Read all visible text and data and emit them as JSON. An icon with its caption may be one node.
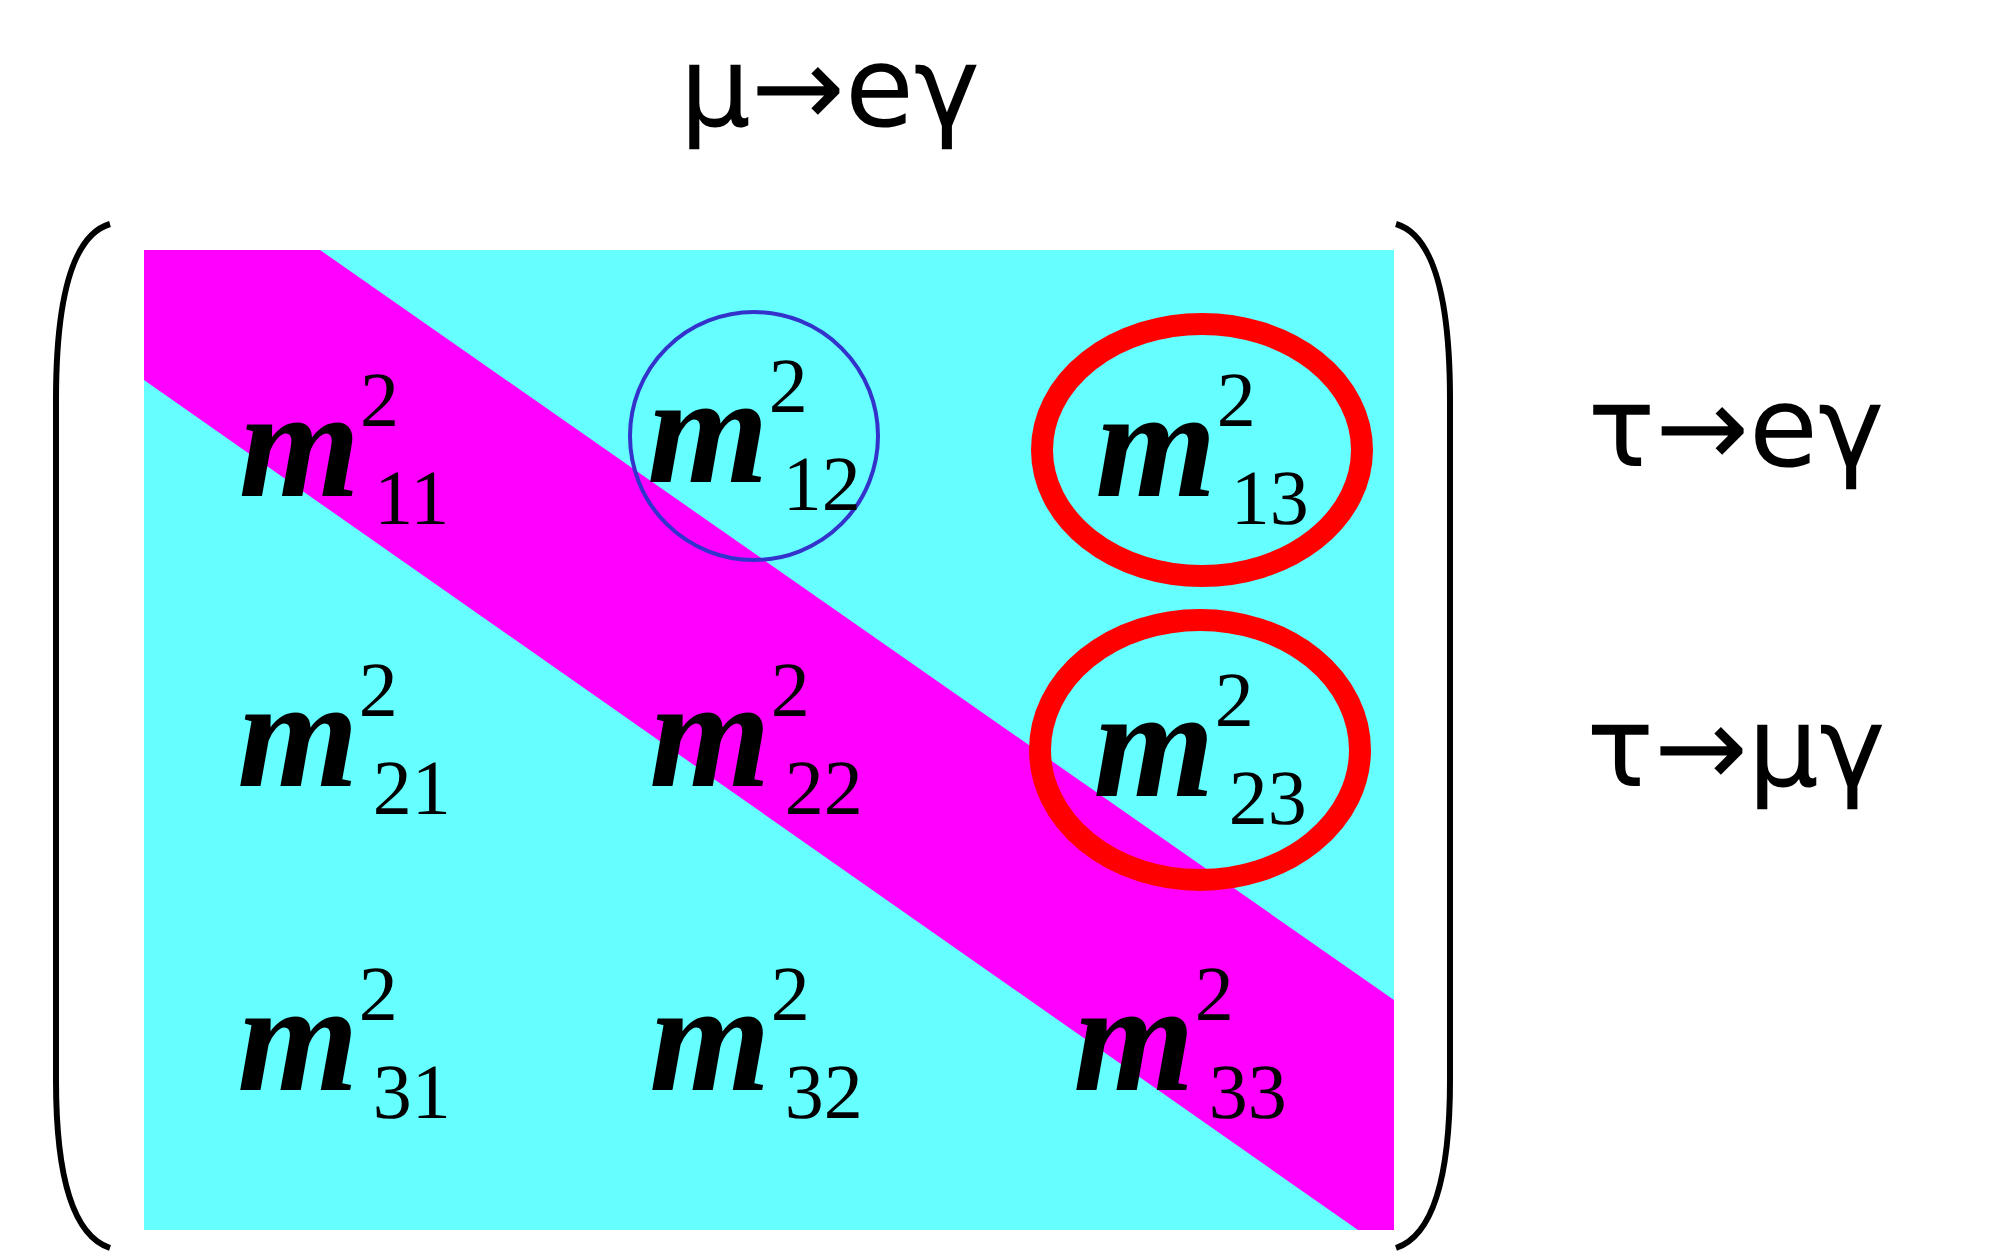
{
  "diagram": {
    "nodes": [
      {
        "text": [
          "*m*$^{2}$$_{12}$"
        ]
      },
      {
        "text": [
          "*m*$^{2}$$_{13}$"
        ]
      },
      {
        "text": [
          "*m*$^{2}$$_{23}$"
        ]
      }
    ],
    "labels": [
      "μ→eγ",
      "*m*$^{2}$$_{11}$",
      "τ→eγ",
      "*m*$^{2}$$_{21}$",
      "*m*$^{2}$$_{22}$",
      "τ→μγ",
      "*m*$^{2}$$_{31}$",
      "*m*$^{2}$$_{32}$",
      "*m*$^{2}$$_{33}$"
    ]
  }
}
